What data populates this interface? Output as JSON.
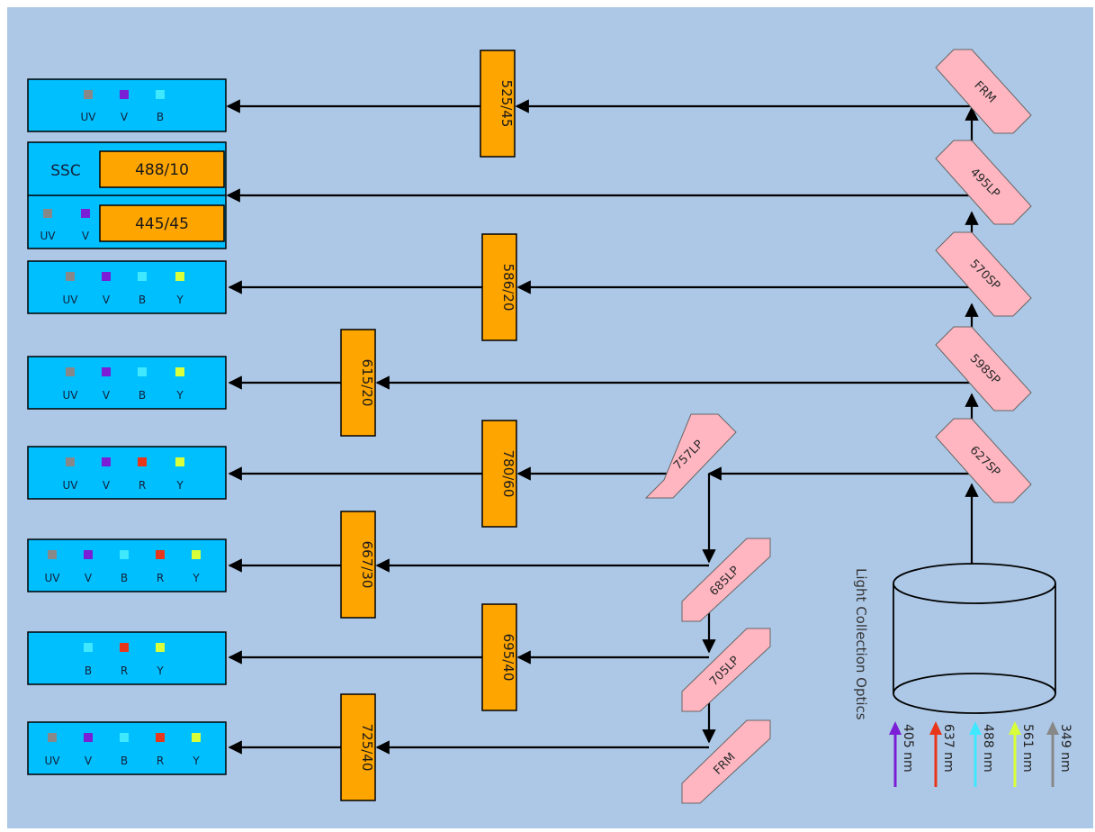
{
  "colors": {
    "background": "#adc8e6",
    "detector": "#00bfff",
    "filter": "#ffa500",
    "mirror": "#ffb6c1",
    "UV": "#888888",
    "V": "#7a1fd6",
    "B": "#3fe8ff",
    "R": "#e8361a",
    "Y": "#d8ff3a"
  },
  "detectors": [
    {
      "lasers": [
        "UV",
        "V",
        "B"
      ],
      "filter": "525/45"
    },
    {
      "ssc": {
        "label": "SSC",
        "filter": "488/10"
      },
      "lasers": [
        "UV",
        "V"
      ],
      "filter": "445/45"
    },
    {
      "lasers": [
        "UV",
        "V",
        "B",
        "Y"
      ],
      "filter": "586/20"
    },
    {
      "lasers": [
        "UV",
        "V",
        "B",
        "Y"
      ],
      "filter": "615/20"
    },
    {
      "lasers": [
        "UV",
        "V",
        "R",
        "Y"
      ],
      "filter": "780/60"
    },
    {
      "lasers": [
        "UV",
        "V",
        "B",
        "R",
        "Y"
      ],
      "filter": "667/30"
    },
    {
      "lasers": [
        "B",
        "R",
        "Y"
      ],
      "filter": "695/40"
    },
    {
      "lasers": [
        "UV",
        "V",
        "B",
        "R",
        "Y"
      ],
      "filter": "725/40"
    }
  ],
  "mirrors_main": [
    "FRM",
    "495LP",
    "570SP",
    "598SP",
    "627SP"
  ],
  "mirrors_branch": [
    "757LP",
    "685LP",
    "705LP",
    "FRM"
  ],
  "light_collection_label": "Light Collection Optics",
  "lasers": [
    {
      "label": "349 nm",
      "color": "#888888"
    },
    {
      "label": "561 nm",
      "color": "#d8ff3a"
    },
    {
      "label": "488 nm",
      "color": "#3fe8ff"
    },
    {
      "label": "637 nm",
      "color": "#e8361a"
    },
    {
      "label": "405 nm",
      "color": "#7a1fd6"
    }
  ]
}
